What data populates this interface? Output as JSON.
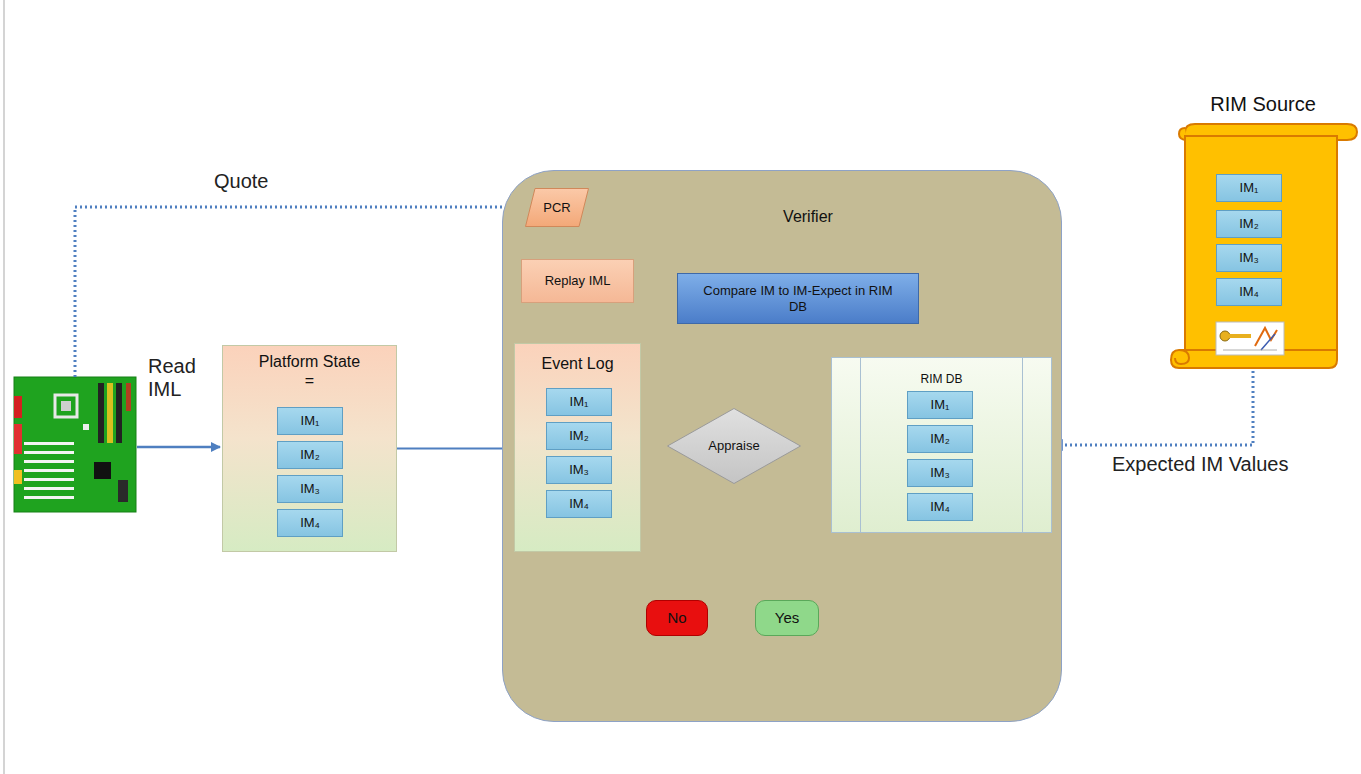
{
  "diagram": {
    "nodes": [
      {
        "text": [
          "Platform State ="
        ]
      },
      {
        "text": [
          "IM₁"
        ],
        "in": 0
      },
      {
        "text": [
          "IM₂"
        ],
        "in": 0
      },
      {
        "text": [
          "IM₃"
        ],
        "in": 0
      },
      {
        "text": [
          "IM₄"
        ],
        "in": 0
      },
      {
        "text": [
          "Verifier"
        ]
      },
      {
        "text": [
          "PCR"
        ],
        "in": 5
      },
      {
        "text": [
          "Replay IML"
        ],
        "in": 5
      },
      {
        "text": [
          "Event Log"
        ],
        "in": 5
      },
      {
        "text": [
          "IM₁"
        ],
        "in": 8
      },
      {
        "text": [
          "IM₂"
        ],
        "in": 8
      },
      {
        "text": [
          "IM₃"
        ],
        "in": 8
      },
      {
        "text": [
          "IM₄"
        ],
        "in": 8
      },
      {
        "text": [
          "Compare IM to IM-Expect in RIM DB"
        ],
        "in": 5
      },
      {
        "text": [
          "Appraise"
        ],
        "in": 5
      },
      {
        "text": [
          "RIM DB"
        ],
        "in": 5
      },
      {
        "text": [
          "IM₁"
        ],
        "in": 15
      },
      {
        "text": [
          "IM₂"
        ],
        "in": 15
      },
      {
        "text": [
          "IM₃"
        ],
        "in": 15
      },
      {
        "text": [
          "IM₄"
        ],
        "in": 15
      },
      {
        "text": [
          "No"
        ],
        "in": 5
      },
      {
        "text": [
          "Yes"
        ],
        "in": 5
      },
      {
        "text": [
          "RIM Source"
        ]
      },
      {
        "text": [
          "IM₁"
        ],
        "in": 22
      },
      {
        "text": [
          "IM₂"
        ],
        "in": 22
      },
      {
        "text": [
          "IM₃"
        ],
        "in": 22
      },
      {
        "text": [
          "IM₄"
        ],
        "in": 22
      }
    ],
    "edges": [
      {
        "from": 0,
        "to": 8,
        "arrow": "to"
      },
      {
        "from": 6,
        "to": 7,
        "arrow": "to"
      },
      {
        "from": 7,
        "to": 8,
        "arrow": "to"
      },
      {
        "from": 8,
        "to": 14,
        "arrow": "to"
      },
      {
        "from": 15,
        "to": 14,
        "arrow": "to"
      },
      {
        "from": 13,
        "to": 14,
        "arrow": "none"
      },
      {
        "from": 14,
        "to": 20,
        "arrow": "to"
      },
      {
        "from": 14,
        "to": 21,
        "arrow": "to"
      },
      {
        "from": 22,
        "to": 15,
        "label": "Expected IM Values",
        "arrow": "to"
      }
    ],
    "labels": [
      "Quote",
      "Read IML"
    ]
  }
}
